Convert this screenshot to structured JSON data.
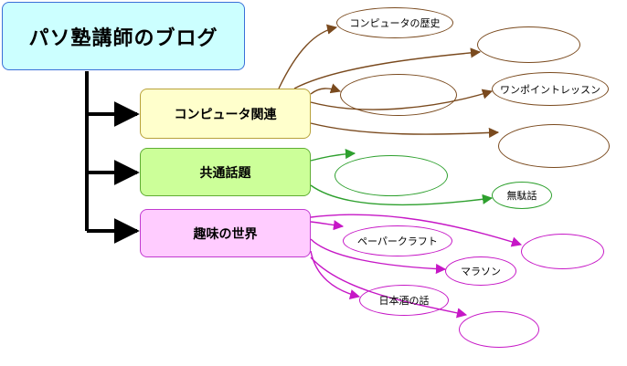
{
  "root": {
    "title": "パソ塾講師のブログ",
    "fill": "#ccffff"
  },
  "categories": [
    {
      "id": "computer",
      "label": "コンピュータ関連",
      "fill": "#ffffcc",
      "line": "#7a4a1e"
    },
    {
      "id": "common",
      "label": "共通話題",
      "fill": "#ccff99",
      "line": "#2ea02e"
    },
    {
      "id": "hobby",
      "label": "趣味の世界",
      "fill": "#ffccff",
      "line": "#c617c6"
    }
  ],
  "leaves": {
    "computer": [
      "コンピュータの歴史",
      "",
      "",
      "ワンポイントレッスン",
      ""
    ],
    "common": [
      "",
      "無駄話"
    ],
    "hobby": [
      "ペーパークラフト",
      "",
      "マラソン",
      "日本酒の話",
      ""
    ]
  }
}
